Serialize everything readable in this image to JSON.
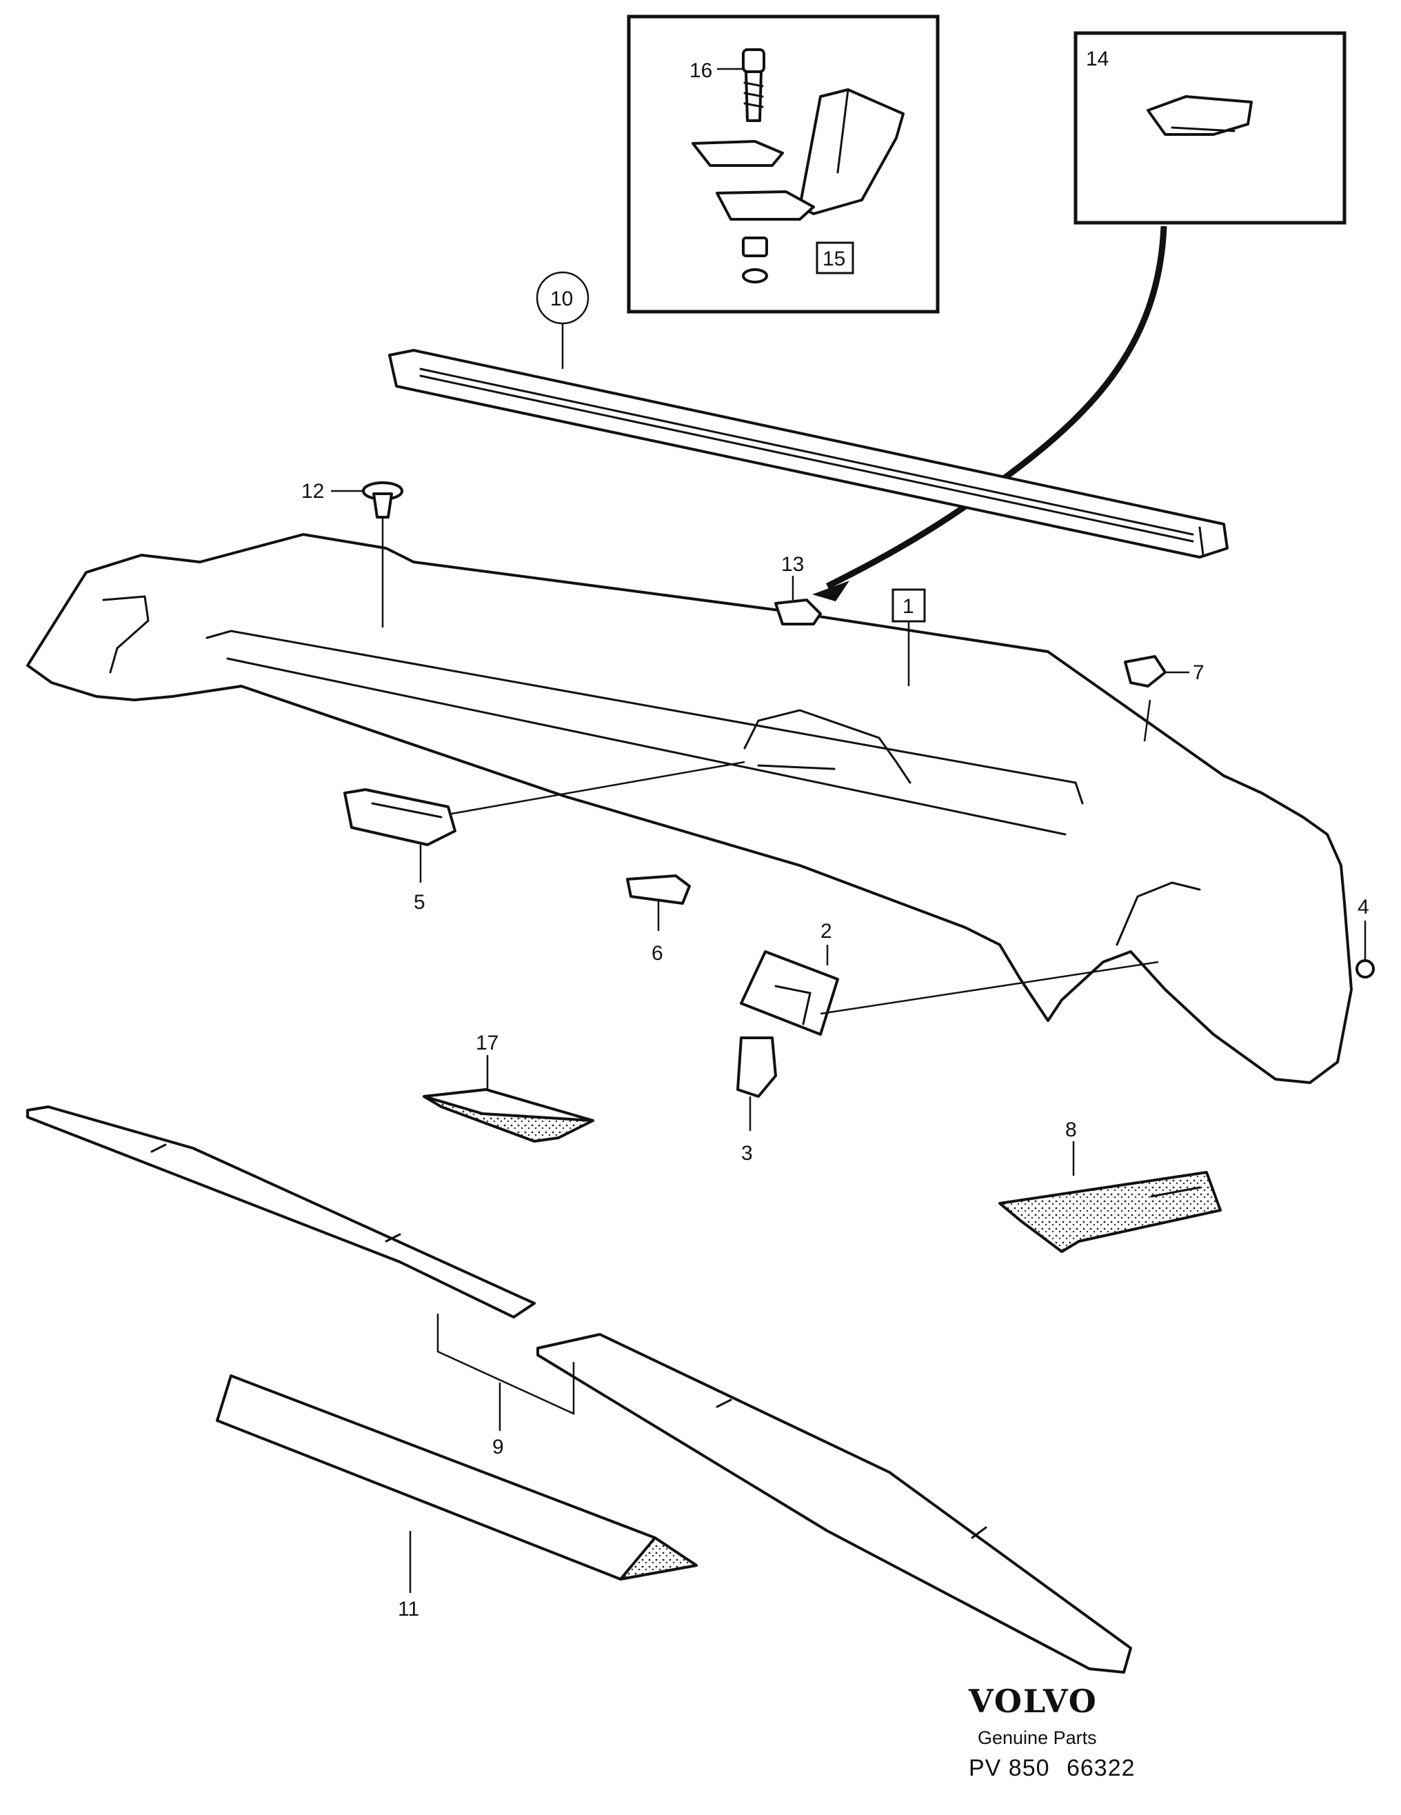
{
  "callouts": {
    "c1": "1",
    "c2": "2",
    "c3": "3",
    "c4": "4",
    "c5": "5",
    "c6": "6",
    "c7": "7",
    "c8": "8",
    "c9": "9",
    "c10": "10",
    "c11": "11",
    "c12": "12",
    "c13": "13",
    "c14": "14",
    "c15": "15",
    "c16": "16",
    "c17": "17"
  },
  "footer": {
    "brand": "VOLVO",
    "tagline": "Genuine Parts",
    "code_prefix": "PV 850",
    "code_number": "66322"
  }
}
